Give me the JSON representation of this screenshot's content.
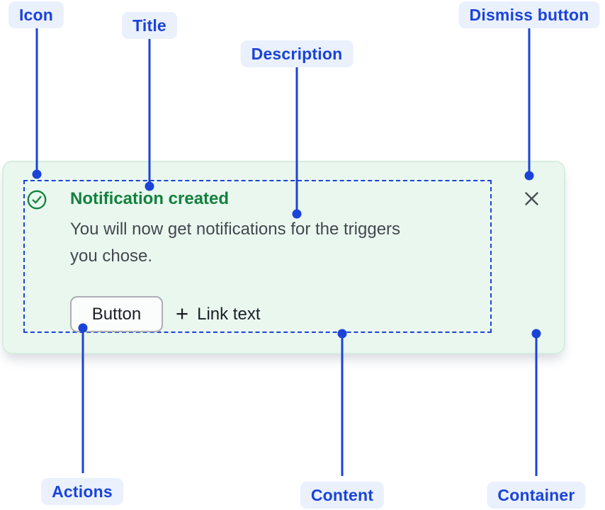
{
  "annotation_labels": {
    "icon": "Icon",
    "title": "Title",
    "description": "Description",
    "dismiss_button": "Dismiss button",
    "actions": "Actions",
    "content": "Content",
    "container": "Container"
  },
  "notification": {
    "title": "Notification created",
    "description": "You will now get notifications for the triggers\nyou chose.",
    "button_label": "Button",
    "plus_glyph": "+",
    "link_text": "Link text",
    "status_icon": "check-circle-icon",
    "dismiss_icon": "close-icon"
  },
  "colors": {
    "page_bg": "#FFFFFF",
    "annotation_blue": "#1B43D8",
    "annotation_pill_bg": "#EAF1FD",
    "success_text": "#12813D",
    "success_icon": "#12813D",
    "card_bg": "#EAF7EF",
    "card_border": "#D5EEDF",
    "body_text": "#44474F",
    "action_text": "#1B1F26",
    "button_border": "#ACAEB4",
    "button_bg": "#FBFDFC",
    "dismiss_icon": "#4A4E55"
  }
}
